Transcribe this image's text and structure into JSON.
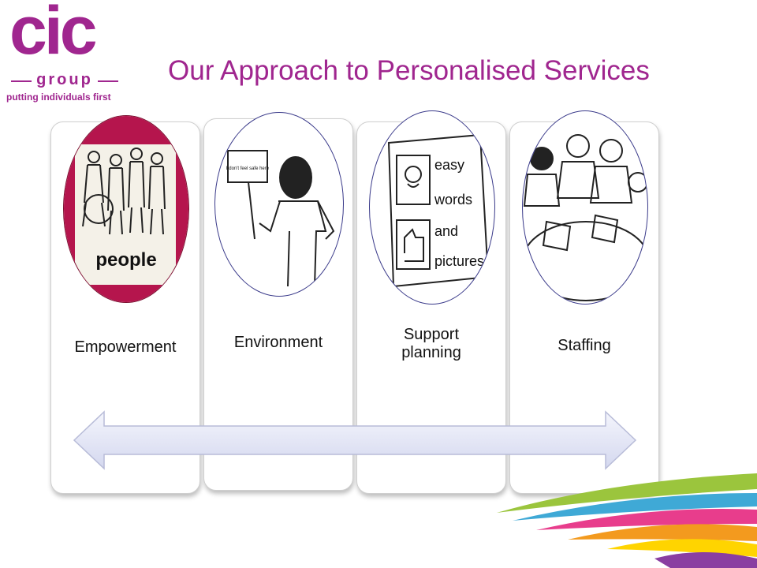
{
  "logo": {
    "main": "cic",
    "group": "group",
    "tagline": "putting individuals first"
  },
  "title": "Our Approach to Personalised Services",
  "cards": [
    {
      "label": "Empowerment",
      "picture_text": "people"
    },
    {
      "label": "Environment",
      "picture_text": "I don't feel safe here"
    },
    {
      "label": "Support planning",
      "picture_text": [
        "easy",
        "words",
        "and",
        "pictures"
      ]
    },
    {
      "label": "Staffing"
    }
  ],
  "colors": {
    "brand": "#a0268f",
    "arrow": "#dfe3f5",
    "empowerment_frame": "#b5154d"
  }
}
